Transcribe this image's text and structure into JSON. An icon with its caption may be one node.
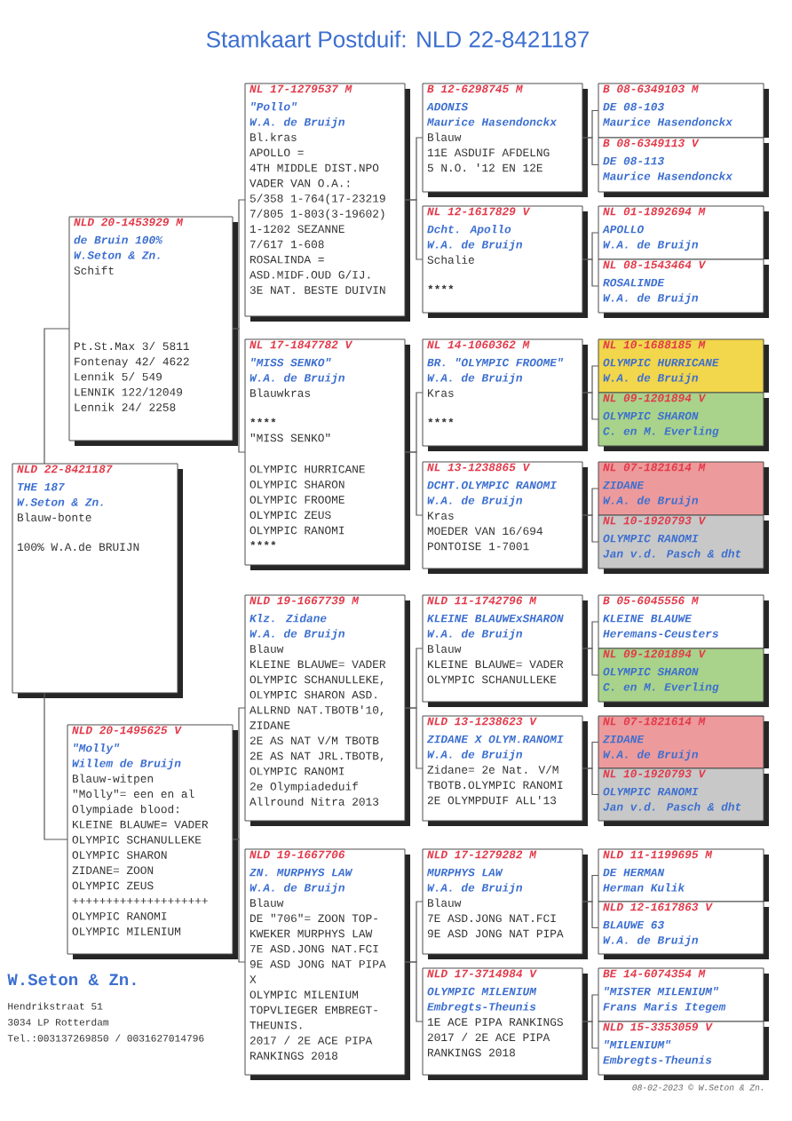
{
  "diagram": {
    "title": "Stamkaart Postduif: NLD 22-8421187",
    "nodes": [
      {
        "text": [
          "NLD 22-8421187",
          "THE 187",
          "W.Seton & Zn.",
          "Blauw-bonte",
          "100% W.A.de BRUIJN"
        ]
      },
      {
        "text": [
          "NLD 20-1453929 M",
          "de Bruin 100%",
          "W.Seton & Zn.",
          "Schift",
          "Pt.St.Max 3/ 5811",
          "Fontenay 42/ 4622",
          "Lennik 5/ 549",
          "LENNIK 122/12049",
          "Lennik 24/ 2258"
        ]
      },
      {
        "text": [
          "NLD 20-1495625 V",
          "\"Molly\"",
          "Willem de Bruijn",
          "Blauw-witpen",
          "\"Molly\"= een en al",
          "Olympiade blood:",
          "KLEINE BLAUWE= VADER",
          "OLYMPIC SCHANULLEKE",
          "OLYMPIC SHARON",
          "ZIDANE= ZOON",
          "OLYMPIC ZEUS",
          "++++++++++++++++++++",
          "OLYMPIC RANOMI",
          "OLYMPIC MILENIUM"
        ]
      },
      {
        "text": [
          "NL 17-1279537 M",
          "\"Pollo\"",
          "W.A. de Bruijn",
          "Bl.kras",
          "APOLLO =",
          "4TH MIDDLE DIST.NPO",
          "VADER VAN O.A.:",
          "5/358 1-764(17-23219",
          "7/805 1-803(3-19602)",
          "1-1202 SEZANNE",
          "7/617 1-608",
          "ROSALINDA =",
          "ASD.MIDF.OUD G/IJ.",
          "3E NAT. BESTE DUIVIN"
        ]
      },
      {
        "text": [
          "NL 17-1847782 V",
          "\"MISS SENKO\"",
          "W.A. de Bruijn",
          "Blauwkras",
          "********************",
          "\"MISS SENKO\"",
          "OLYMPIC HURRICANE",
          "OLYMPIC SHARON",
          "OLYMPIC FROOME",
          "OLYMPIC ZEUS",
          "OLYMPIC RANOMI",
          "********************"
        ]
      },
      {
        "text": [
          "NLD 19-1667739 M",
          "Klz. Zidane",
          "W.A. de Bruijn",
          "Blauw",
          "KLEINE BLAUWE= VADER",
          "OLYMPIC SCHANULLEKE,",
          "OLYMPIC SHARON ASD.",
          "ALLRND NAT.TBOTB'10,",
          "ZIDANE",
          "2E AS NAT V/M TBOTB",
          "2E AS NAT JRL.TBOTB,",
          "OLYMPIC RANOMI",
          "2e Olympiadeduif",
          "Allround Nitra 2013"
        ]
      },
      {
        "text": [
          "NLD 19-1667706",
          "ZN. MURPHYS LAW",
          "W.A. de Bruijn",
          "Blauw",
          "DE \"706\"= ZOON TOP-",
          "KWEKER MURPHYS LAW",
          "7E ASD.JONG NAT.FCI",
          "9E ASD JONG NAT PIPA",
          "X",
          "OLYMPIC MILENIUM",
          "TOPVLIEGER EMBREGT-",
          "THEUNIS.",
          "2017 / 2E ACE PIPA",
          "RANKINGS 2018"
        ]
      },
      {
        "text": [
          "B 12-6298745 M",
          "ADONIS",
          "Maurice Hasendonckx",
          "Blauw",
          "11E ASDUIF AFDELNG",
          "5 N.O. '12 EN 12E"
        ]
      },
      {
        "text": [
          "NL 12-1617829 V",
          "Dcht. Apollo",
          "W.A. de Bruijn",
          "Schalie",
          "********************"
        ]
      },
      {
        "text": [
          "NL 14-1060362 M",
          "BR. \"OLYMPIC FROOME\"",
          "W.A. de Bruijn",
          "Kras",
          "********************"
        ]
      },
      {
        "text": [
          "NL 13-1238865 V",
          "DCHT.OLYMPIC RANOMI",
          "W.A. de Bruijn",
          "Kras",
          "MOEDER VAN 16/694",
          "PONTOISE 1-7001"
        ]
      },
      {
        "text": [
          "NLD 11-1742796 M",
          "KLEINE BLAUWExSHARON",
          "W.A. de Bruijn",
          "Blauw",
          "KLEINE BLAUWE= VADER",
          "OLYMPIC SCHANULLEKE"
        ]
      },
      {
        "text": [
          "NLD 13-1238623 V",
          "ZIDANE X OLYM.RANOMI",
          "W.A. de Bruijn",
          "Zidane= 2e Nat. V/M",
          "TBOTB.OLYMPIC RANOMI",
          "2E OLYMPDUIF ALL'13"
        ]
      },
      {
        "text": [
          "NLD 17-1279282 M",
          "MURPHYS LAW",
          "W.A. de Bruijn",
          "Blauw",
          "7E ASD.JONG NAT.FCI",
          "9E ASD JONG NAT PIPA"
        ]
      },
      {
        "text": [
          "NLD 17-3714984 V",
          "OLYMPIC MILENIUM",
          "Embregts-Theunis",
          "1E ACE PIPA RANKINGS",
          "2017 / 2E ACE PIPA",
          "RANKINGS 2018"
        ]
      },
      {
        "text": [
          "B 08-6349103 M",
          "DE 08-103",
          "Maurice Hasendonckx"
        ]
      },
      {
        "text": [
          "B 08-6349113 V",
          "DE 08-113",
          "Maurice Hasendonckx"
        ]
      },
      {
        "text": [
          "NL 01-1892694 M",
          "APOLLO",
          "W.A. de Bruijn"
        ]
      },
      {
        "text": [
          "NL 08-1543464 V",
          "ROSALINDE",
          "W.A. de Bruijn"
        ]
      },
      {
        "text": [
          "NL 10-1688185 M",
          "OLYMPIC HURRICANE",
          "W.A. de Bruijn"
        ]
      },
      {
        "text": [
          "NL 09-1201894 V",
          "OLYMPIC SHARON",
          "C. en M. Everling"
        ]
      },
      {
        "text": [
          "NL 07-1821614 M",
          "ZIDANE",
          "W.A. de Bruijn"
        ]
      },
      {
        "text": [
          "NL 10-1920793 V",
          "OLYMPIC RANOMI",
          "Jan v.d. Pasch & dht"
        ]
      },
      {
        "text": [
          "B 05-6045556 M",
          "KLEINE BLAUWE",
          "Heremans-Ceusters"
        ]
      },
      {
        "text": [
          "NL 09-1201894 V",
          "OLYMPIC SHARON",
          "C. en M. Everling"
        ]
      },
      {
        "text": [
          "NL 07-1821614 M",
          "ZIDANE",
          "W.A. de Bruijn"
        ]
      },
      {
        "text": [
          "NL 10-1920793 V",
          "OLYMPIC RANOMI",
          "Jan v.d. Pasch & dht"
        ]
      },
      {
        "text": [
          "NLD 11-1199695 M",
          "DE HERMAN",
          "Herman Kulik"
        ]
      },
      {
        "text": [
          "NLD 12-1617863 V",
          "BLAUWE 63",
          "W.A. de Bruijn"
        ]
      },
      {
        "text": [
          "BE 14-6074354 M",
          "\"MISTER MILENIUM\"",
          "Frans Maris Itegem"
        ]
      },
      {
        "text": [
          "NLD 15-3353059 V",
          "\"MILENIUM\"",
          "Embregts-Theunis"
        ]
      }
    ],
    "edges": [
      {
        "from": 0,
        "to": 1,
        "arrow": "none"
      },
      {
        "from": 0,
        "to": 2,
        "arrow": "none"
      },
      {
        "from": 1,
        "to": 3,
        "arrow": "none"
      },
      {
        "from": 1,
        "to": 4,
        "arrow": "none"
      },
      {
        "from": 2,
        "to": 5,
        "arrow": "none"
      },
      {
        "from": 2,
        "to": 6,
        "arrow": "none"
      },
      {
        "from": 3,
        "to": 7,
        "arrow": "none"
      },
      {
        "from": 3,
        "to": 8,
        "arrow": "none"
      },
      {
        "from": 4,
        "to": 9,
        "arrow": "none"
      },
      {
        "from": 4,
        "to": 10,
        "arrow": "none"
      },
      {
        "from": 5,
        "to": 11,
        "arrow": "none"
      },
      {
        "from": 5,
        "to": 12,
        "arrow": "none"
      },
      {
        "from": 6,
        "to": 13,
        "arrow": "none"
      },
      {
        "from": 6,
        "to": 14,
        "arrow": "none"
      },
      {
        "from": 7,
        "to": 15,
        "arrow": "none"
      },
      {
        "from": 7,
        "to": 16,
        "arrow": "none"
      },
      {
        "from": 8,
        "to": 17,
        "arrow": "none"
      },
      {
        "from": 8,
        "to": 18,
        "arrow": "none"
      },
      {
        "from": 9,
        "to": 19,
        "arrow": "none"
      },
      {
        "from": 9,
        "to": 20,
        "arrow": "none"
      },
      {
        "from": 10,
        "to": 21,
        "arrow": "none"
      },
      {
        "from": 10,
        "to": 22,
        "arrow": "none"
      },
      {
        "from": 11,
        "to": 23,
        "arrow": "none"
      },
      {
        "from": 11,
        "to": 24,
        "arrow": "none"
      },
      {
        "from": 12,
        "to": 25,
        "arrow": "none"
      },
      {
        "from": 12,
        "to": 26,
        "arrow": "none"
      },
      {
        "from": 13,
        "to": 27,
        "arrow": "none"
      },
      {
        "from": 13,
        "to": 28,
        "arrow": "none"
      },
      {
        "from": 14,
        "to": 29,
        "arrow": "none"
      },
      {
        "from": 14,
        "to": 30,
        "arrow": "none"
      }
    ],
    "labels": [
      "W.Seton & Zn.",
      "Hendrikstraat 51",
      "3034 LP Rotterdam",
      "Tel.:003137269850 / 0031627014796",
      "08-02-2023 © W.Seton & Zn."
    ]
  }
}
